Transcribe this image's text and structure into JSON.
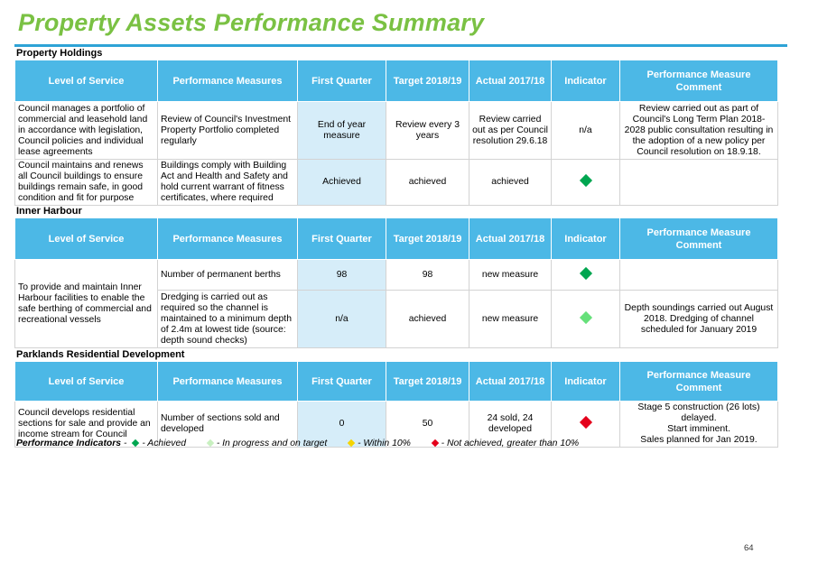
{
  "page": {
    "title": "Property Assets Performance Summary",
    "page_number": "64"
  },
  "headers": {
    "level_of_service": "Level of Service",
    "performance_measures": "Performance Measures",
    "first_quarter": "First Quarter",
    "target": "Target 2018/19",
    "actual": "Actual 2017/18",
    "indicator": "Indicator",
    "comment": "Performance Measure Comment"
  },
  "sections": {
    "property": {
      "title": "Property Holdings",
      "rows": [
        {
          "level": "Council manages a portfolio of commercial and leasehold land in accordance with legislation, Council policies and individual lease agreements",
          "measure": "Review of Council's Investment Property Portfolio completed regularly",
          "first_quarter": "End of year measure",
          "target": "Review every 3 years",
          "actual": "Review carried out as per Council resolution 29.6.18",
          "indicator": "n/a",
          "comment": "Review carried out as part of Council's Long Term Plan 2018-2028 public consultation resulting in the adoption of a new policy per Council resolution  on 18.9.18."
        },
        {
          "level": "Council maintains and renews all Council buildings to ensure buildings remain safe, in good condition and fit for purpose",
          "measure": "Buildings comply with Building Act and Health and Safety and hold current warrant of fitness certificates, where required",
          "first_quarter": "Achieved",
          "target": "achieved",
          "actual": "achieved",
          "indicator_color": "#00a650",
          "comment": ""
        }
      ]
    },
    "harbour": {
      "title": "Inner Harbour",
      "level": "To provide and maintain Inner Harbour facilities to enable the safe berthing of commercial and recreational vessels",
      "rows": [
        {
          "measure": "Number of permanent berths",
          "first_quarter": "98",
          "target": "98",
          "actual": "new measure",
          "indicator_color": "#00a650",
          "comment": ""
        },
        {
          "measure": "Dredging is carried out as required so the channel is maintained to a minimum depth of 2.4m at lowest tide (source: depth sound checks)",
          "first_quarter": "n/a",
          "target": "achieved",
          "actual": "new measure",
          "indicator_color": "#66e07a",
          "comment": "Depth soundings carried out August 2018. Dredging of channel scheduled for January 2019"
        }
      ]
    },
    "parklands": {
      "title": "Parklands Residential Development",
      "rows": [
        {
          "level": "Council develops residential sections for sale and provide an income stream for Council",
          "measure": "Number of sections sold and developed",
          "first_quarter": "0",
          "target": "50",
          "actual": "24 sold, 24 developed",
          "indicator_color": "#e4001b",
          "comment_line1": "Stage 5 construction (26 lots) delayed.",
          "comment_line2": "Start imminent.",
          "comment_line3": "Sales planned for Jan 2019."
        }
      ]
    }
  },
  "legend": {
    "label": "Performance Indicators",
    "items": [
      {
        "text": "- Achieved",
        "color": "#00a650"
      },
      {
        "text": "- In progress and on target",
        "color": "#c8f0c0"
      },
      {
        "text": "- Within 10%",
        "color": "#f5d400"
      },
      {
        "text": "- Not achieved, greater than 10%",
        "color": "#e4001b"
      }
    ]
  }
}
